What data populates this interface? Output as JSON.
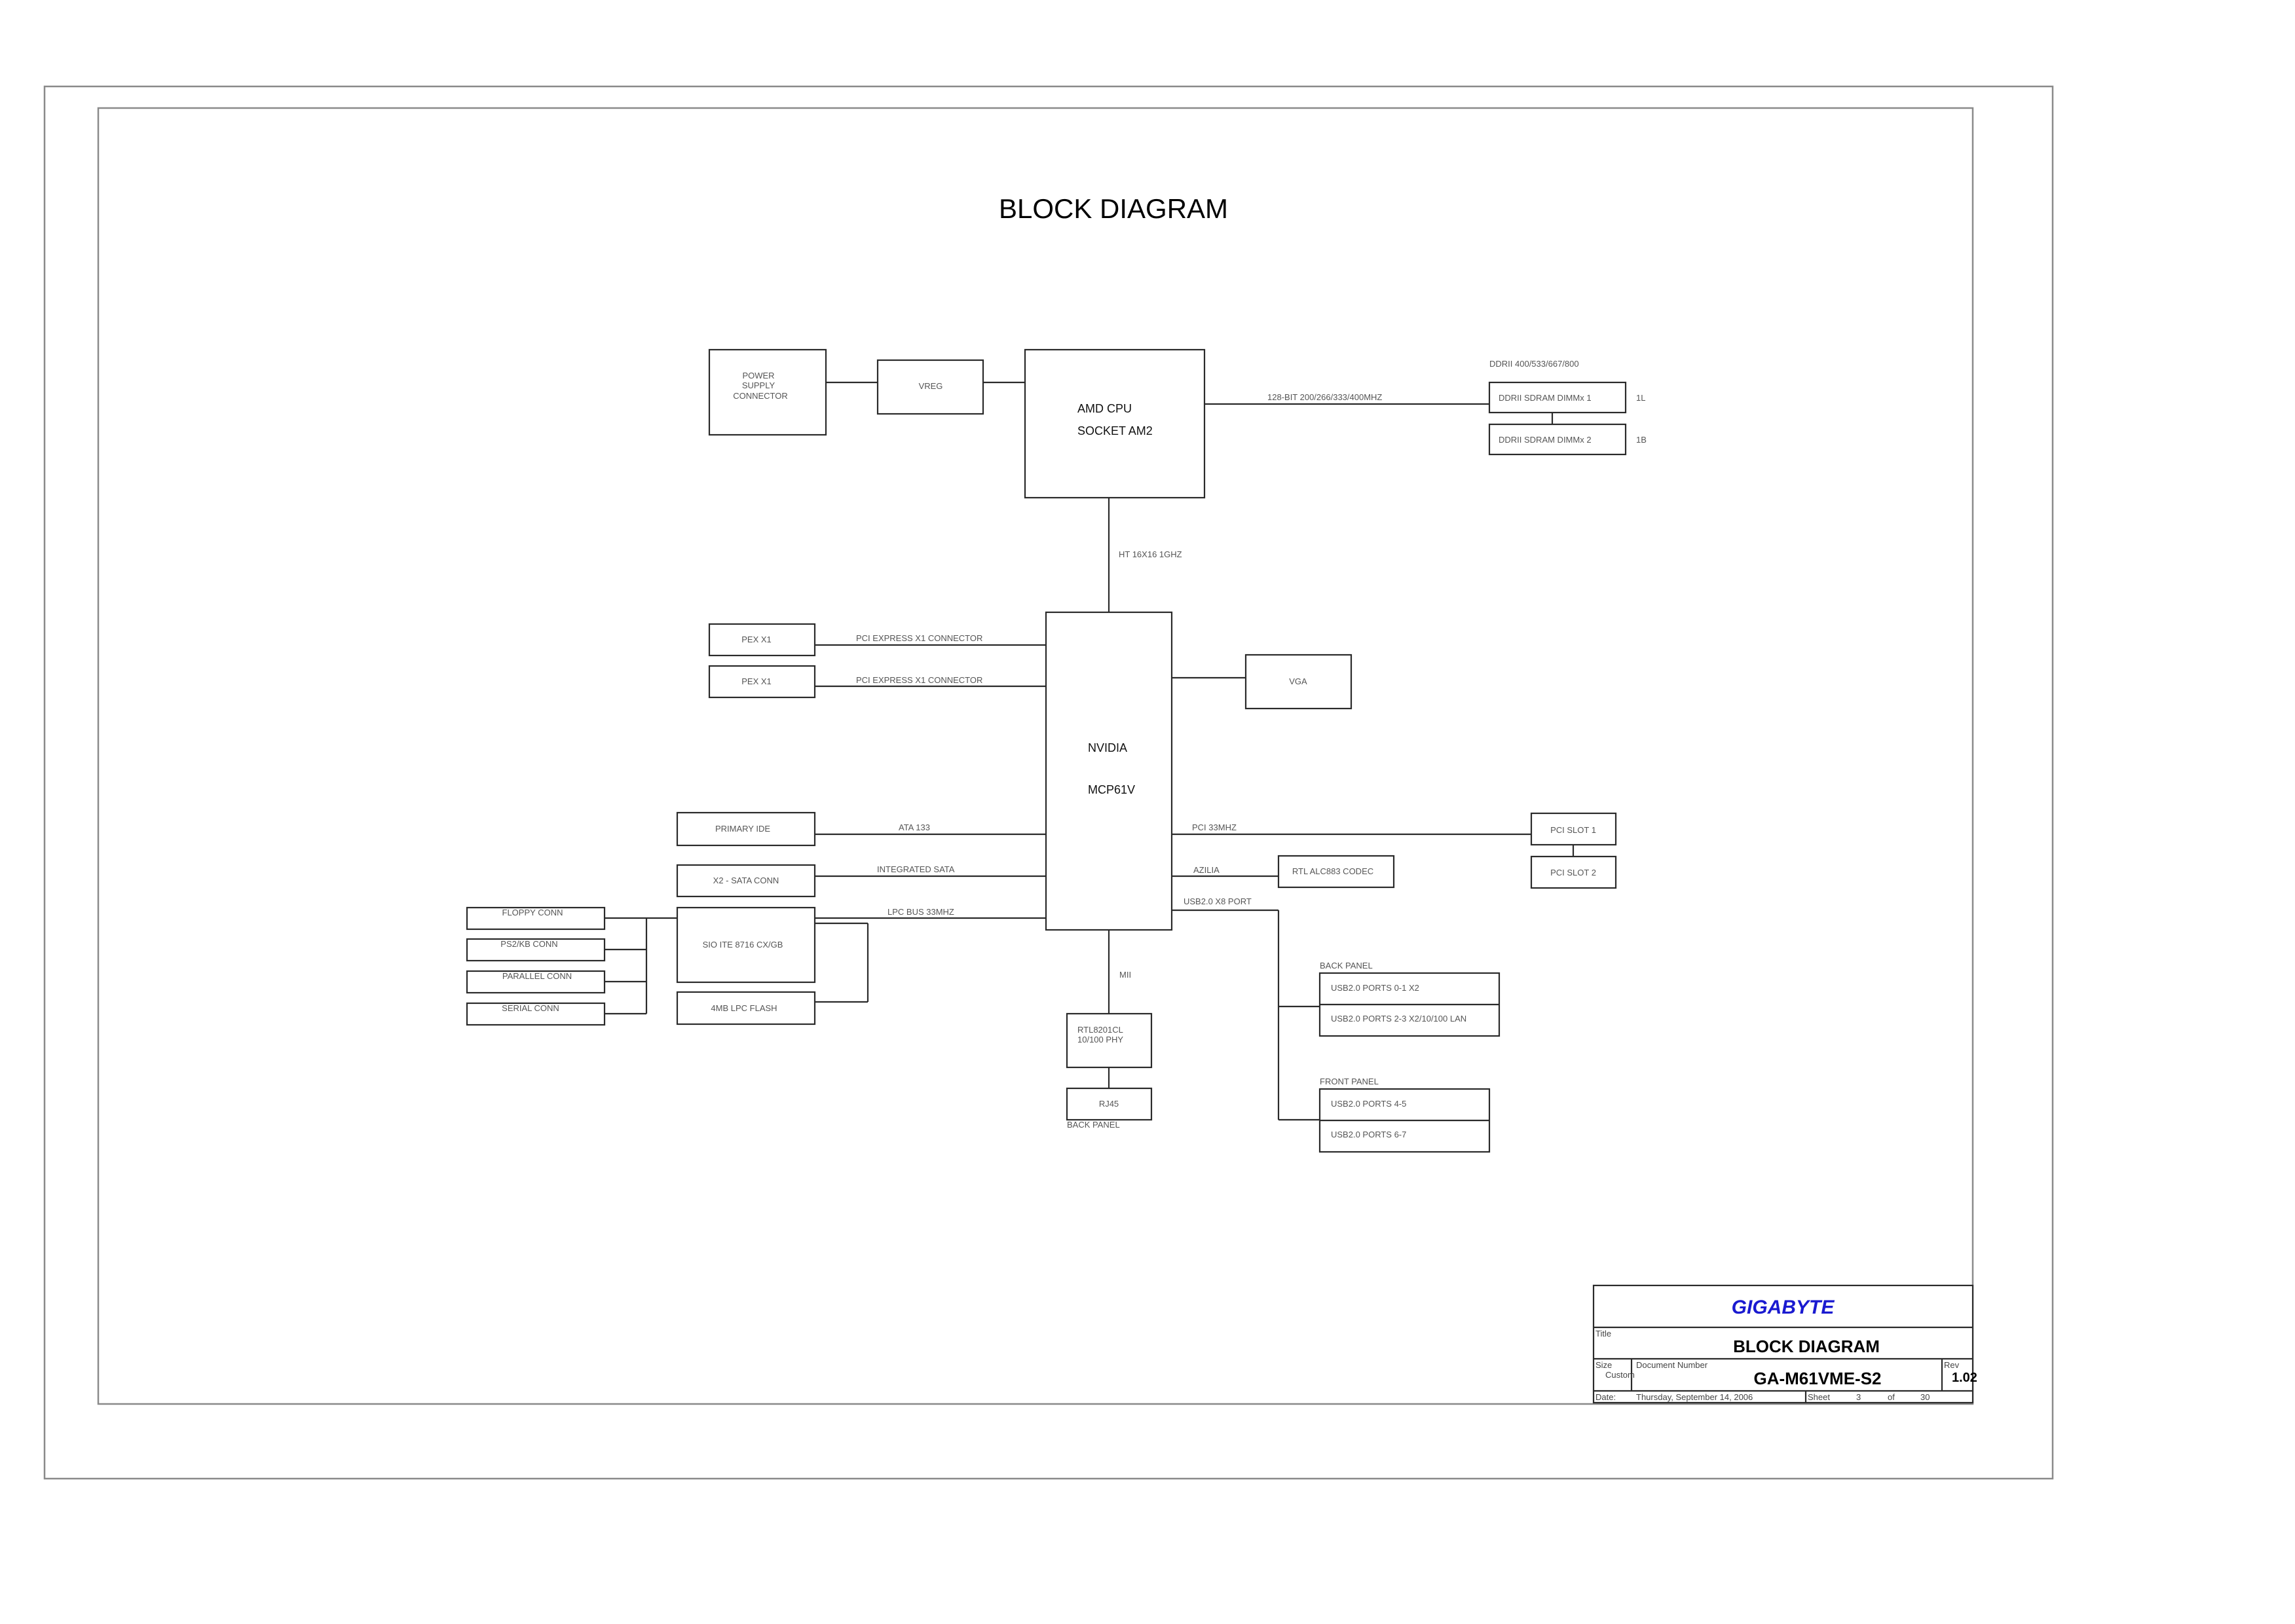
{
  "title": "BLOCK DIAGRAM",
  "blocks": {
    "power_supply_1": "POWER",
    "power_supply_2": "SUPPLY",
    "power_supply_3": "CONNECTOR",
    "vreg": "VREG",
    "cpu_1": "AMD CPU",
    "cpu_2": "SOCKET AM2",
    "ddr_header": "DDRII 400/533/667/800",
    "dimm1": "DDRII SDRAM DIMMx 1",
    "dimm1_tag": "1L",
    "dimm2": "DDRII SDRAM DIMMx 2",
    "dimm2_tag": "1B",
    "mem_bus": "128-BIT 200/266/333/400MHZ",
    "ht": "HT 16X16 1GHZ",
    "pex1": "PEX X1",
    "pex2": "PEX X1",
    "pcie1": "PCI EXPRESS X1 CONNECTOR",
    "pcie2": "PCI EXPRESS X1 CONNECTOR",
    "vga": "VGA",
    "nb_1": "NVIDIA",
    "nb_2": "MCP61V",
    "ide": "PRIMARY IDE",
    "ata": "ATA 133",
    "sata": "X2 - SATA CONN",
    "sata_bus": "INTEGRATED SATA",
    "sio": "SIO ITE 8716 CX/GB",
    "lpc": "LPC BUS 33MHZ",
    "flash": "4MB LPC FLASH",
    "floppy": "FLOPPY CONN",
    "ps2": "PS2/KB CONN",
    "parallel": "PARALLEL CONN",
    "serial": "SERIAL CONN",
    "pci_bus": "PCI 33MHZ",
    "pci1": "PCI SLOT 1",
    "pci2": "PCI SLOT 2",
    "azilia": "AZILIA",
    "codec": "RTL ALC883 CODEC",
    "usb_port": "USB2.0 X8 PORT",
    "back_panel": "BACK PANEL",
    "usb_01": "USB2.0 PORTS 0-1    X2",
    "usb_23": "USB2.0 PORTS 2-3    X2/10/100 LAN",
    "front_panel": "FRONT PANEL",
    "usb_45": "USB2.0 PORTS 4-5",
    "usb_67": "USB2.0 PORTS 6-7",
    "mii": "MII",
    "phy_1": "RTL8201CL",
    "phy_2": "10/100 PHY",
    "rj45": "RJ45",
    "rj45_panel": "BACK PANEL"
  },
  "title_block": {
    "brand": "GIGABYTE",
    "title_label": "Title",
    "title": "BLOCK DIAGRAM",
    "size_label": "Size",
    "size_value": "Custom",
    "docnum_label": "Document Number",
    "docnum": "GA-M61VME-S2",
    "rev_label": "Rev",
    "rev": "1.02",
    "date_label": "Date:",
    "date": "Thursday, September 14, 2006",
    "sheet_label": "Sheet",
    "sheet": "3",
    "of_label": "of",
    "total": "30"
  }
}
